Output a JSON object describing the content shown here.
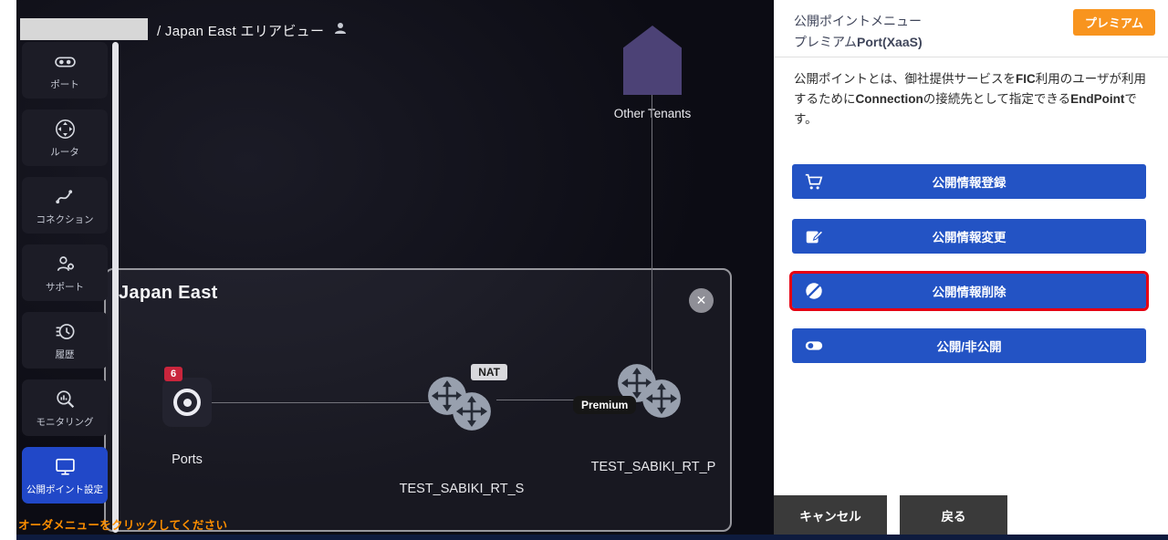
{
  "header": {
    "breadcrumb": "/ Japan East エリアビュー"
  },
  "sidebar": {
    "items": [
      {
        "label": "ポート",
        "icon": "port-icon"
      },
      {
        "label": "ルータ",
        "icon": "router-icon"
      },
      {
        "label": "コネクション",
        "icon": "connection-icon"
      },
      {
        "label": "サポート",
        "icon": "support-icon"
      },
      {
        "label": "履歴",
        "icon": "history-icon"
      },
      {
        "label": "モニタリング",
        "icon": "monitoring-icon"
      },
      {
        "label": "公開ポイント設定",
        "icon": "endpoint-settings-icon",
        "active": true
      }
    ],
    "hint": "オーダメニューをクリックしてください"
  },
  "canvas": {
    "other_tenants": "Other Tenants",
    "panel": {
      "title": "Japan East",
      "close_icon": "✕"
    },
    "nodes": {
      "ports": {
        "label": "Ports",
        "badge": "6"
      },
      "rt_s": {
        "label": "TEST_SABIKI_RT_S",
        "badge": "NAT"
      },
      "rt_p": {
        "label": "TEST_SABIKI_RT_P",
        "badge": "Premium"
      }
    }
  },
  "menu": {
    "title": "公開ポイントメニュー",
    "subtitle_prefix": "プレミアム",
    "subtitle_bold": "Port(XaaS)",
    "badge": "プレミアム",
    "description": {
      "p1": "公開ポイントとは、御社提供サービスを",
      "b1": "FIC",
      "p2": "利用のユーザが利用するために",
      "b2": "Connection",
      "p3": "の接続先として指定できる",
      "b3": "EndPoint",
      "p4": "です。"
    },
    "buttons": [
      {
        "label": "公開情報登録",
        "icon": "cart-icon"
      },
      {
        "label": "公開情報変更",
        "icon": "edit-icon"
      },
      {
        "label": "公開情報削除",
        "icon": "prohibit-icon",
        "highlighted": true
      },
      {
        "label": "公開/非公開",
        "icon": "toggle-icon"
      }
    ],
    "footer": [
      {
        "label": "キャンセル"
      },
      {
        "label": "戻る"
      }
    ]
  },
  "colors": {
    "canvas_bg": "#0d0d15",
    "accent_blue": "#2353c4",
    "active_item_blue": "#2148c8",
    "badge_orange": "#f8941e",
    "highlight_red": "#e60012",
    "hint_orange": "#ff8f00",
    "house_purple": "#4c4276",
    "badge_red": "#c9253c"
  }
}
